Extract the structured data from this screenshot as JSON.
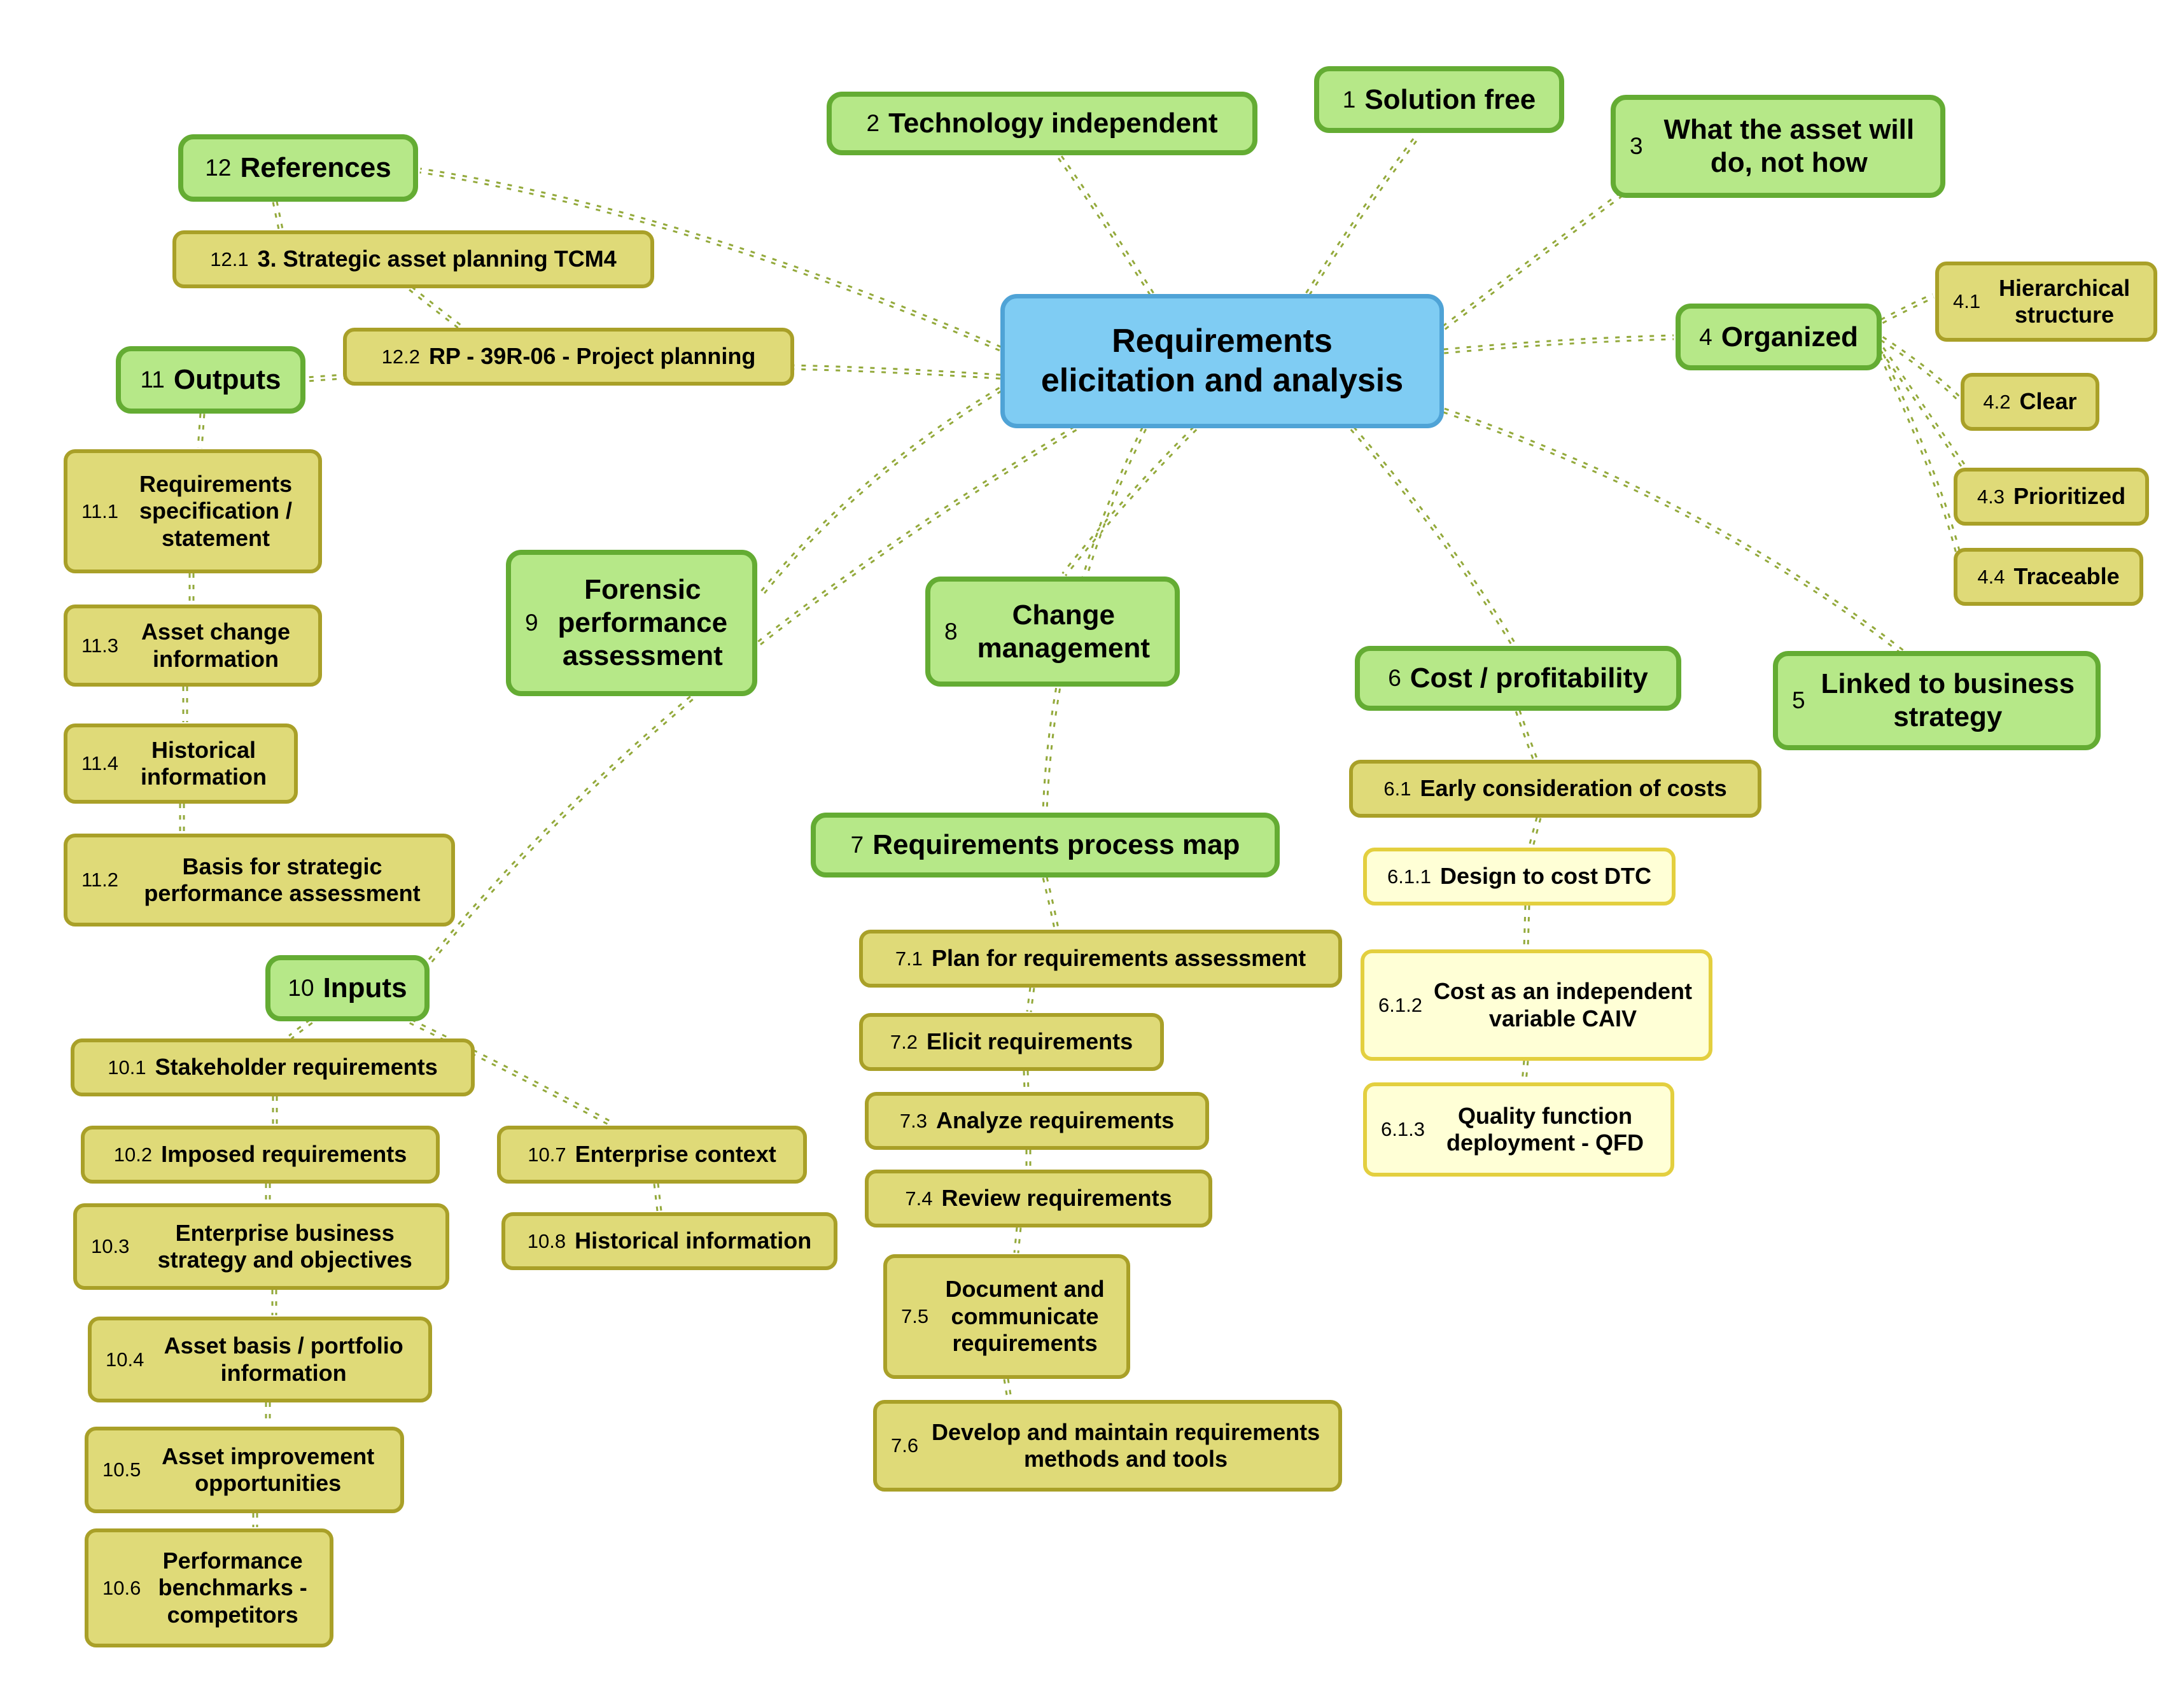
{
  "title": "Requirements elicitation and analysis",
  "colors": {
    "center_fill": "#7fccf3",
    "center_border": "#4fa3d6",
    "level1_fill": "#b6e888",
    "level1_border": "#64ac33",
    "level2_fill": "#dfda78",
    "level2_border": "#a9a028",
    "level3_fill": "#ffffd6",
    "level3_border": "#e3cf3f",
    "edge_color": "#93a93b"
  },
  "nodes": {
    "center": {
      "label": "Requirements\nelicitation and analysis"
    },
    "n1": {
      "num": "1",
      "label": "Solution free"
    },
    "n2": {
      "num": "2",
      "label": "Technology independent"
    },
    "n3": {
      "num": "3",
      "label": "What the asset will do, not how"
    },
    "n4": {
      "num": "4",
      "label": "Organized"
    },
    "n4_1": {
      "num": "4.1",
      "label": "Hierarchical structure"
    },
    "n4_2": {
      "num": "4.2",
      "label": "Clear"
    },
    "n4_3": {
      "num": "4.3",
      "label": "Prioritized"
    },
    "n4_4": {
      "num": "4.4",
      "label": "Traceable"
    },
    "n5": {
      "num": "5",
      "label": "Linked to business strategy"
    },
    "n6": {
      "num": "6",
      "label": "Cost / profitability"
    },
    "n6_1": {
      "num": "6.1",
      "label": "Early consideration of costs"
    },
    "n6_1_1": {
      "num": "6.1.1",
      "label": "Design to cost DTC"
    },
    "n6_1_2": {
      "num": "6.1.2",
      "label": "Cost as an independent variable CAIV"
    },
    "n6_1_3": {
      "num": "6.1.3",
      "label": "Quality function deployment - QFD"
    },
    "n7": {
      "num": "7",
      "label": "Requirements process map"
    },
    "n7_1": {
      "num": "7.1",
      "label": "Plan for requirements assessment"
    },
    "n7_2": {
      "num": "7.2",
      "label": "Elicit requirements"
    },
    "n7_3": {
      "num": "7.3",
      "label": "Analyze requirements"
    },
    "n7_4": {
      "num": "7.4",
      "label": "Review requirements"
    },
    "n7_5": {
      "num": "7.5",
      "label": "Document and communicate requirements"
    },
    "n7_6": {
      "num": "7.6",
      "label": "Develop and maintain requirements methods and tools"
    },
    "n8": {
      "num": "8",
      "label": "Change management"
    },
    "n9": {
      "num": "9",
      "label": "Forensic performance assessment"
    },
    "n10": {
      "num": "10",
      "label": "Inputs"
    },
    "n10_1": {
      "num": "10.1",
      "label": "Stakeholder requirements"
    },
    "n10_2": {
      "num": "10.2",
      "label": "Imposed requirements"
    },
    "n10_3": {
      "num": "10.3",
      "label": "Enterprise business strategy and objectives"
    },
    "n10_4": {
      "num": "10.4",
      "label": "Asset basis / portfolio information"
    },
    "n10_5": {
      "num": "10.5",
      "label": "Asset improvement opportunities"
    },
    "n10_6": {
      "num": "10.6",
      "label": "Performance benchmarks - competitors"
    },
    "n10_7": {
      "num": "10.7",
      "label": "Enterprise context"
    },
    "n10_8": {
      "num": "10.8",
      "label": "Historical information"
    },
    "n11": {
      "num": "11",
      "label": "Outputs"
    },
    "n11_1": {
      "num": "11.1",
      "label": "Requirements specification / statement"
    },
    "n11_3": {
      "num": "11.3",
      "label": "Asset change information"
    },
    "n11_4": {
      "num": "11.4",
      "label": "Historical information"
    },
    "n11_2": {
      "num": "11.2",
      "label": "Basis for strategic performance assessment"
    },
    "n12": {
      "num": "12",
      "label": "References"
    },
    "n12_1": {
      "num": "12.1",
      "label": "3. Strategic asset planning TCM4"
    },
    "n12_2": {
      "num": "12.2",
      "label": "RP - 39R-06 - Project planning"
    }
  }
}
